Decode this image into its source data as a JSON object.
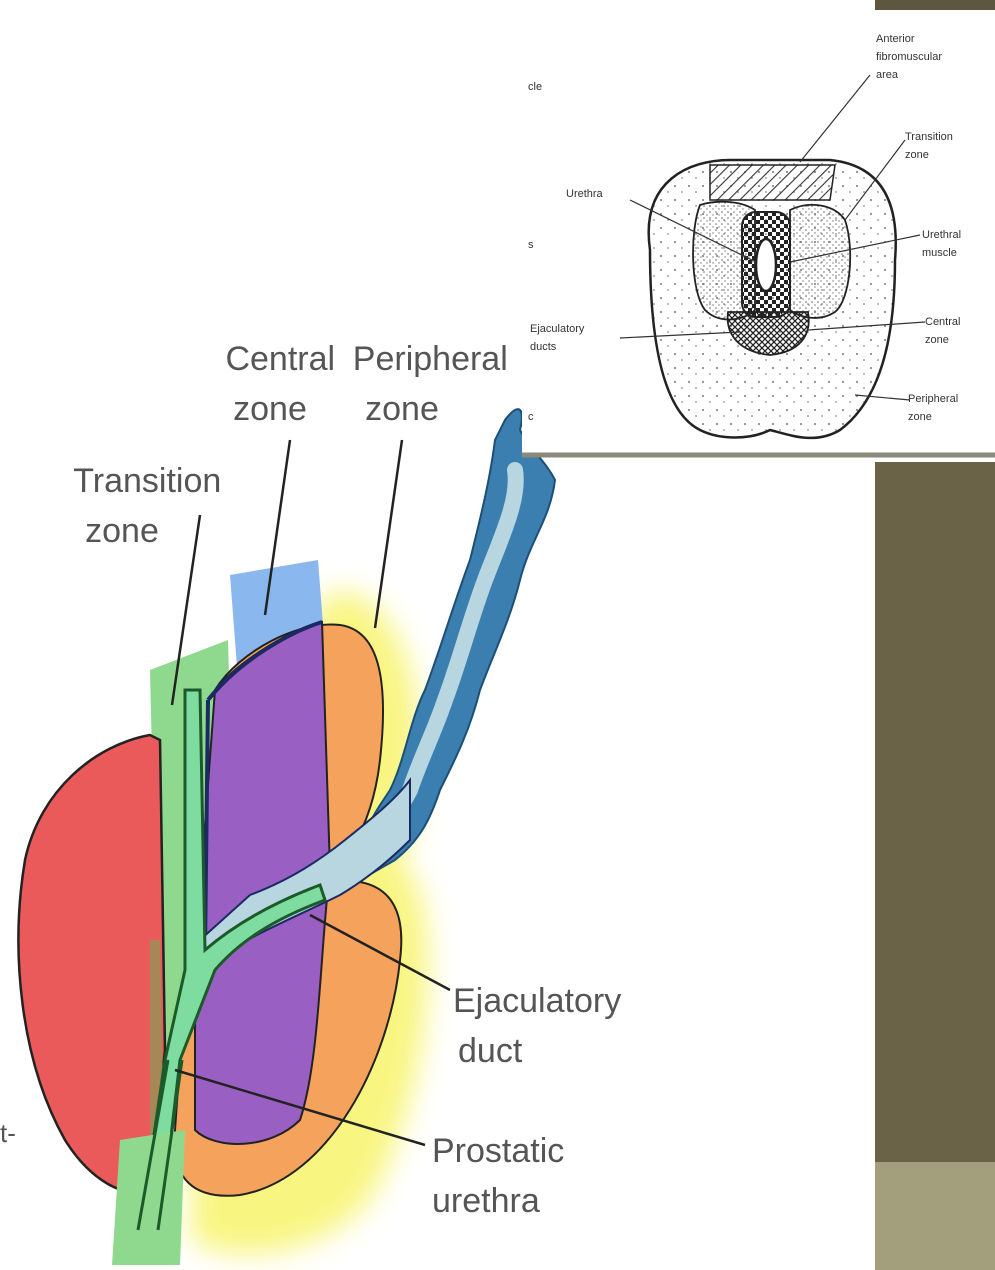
{
  "colors": {
    "side_panel": "#6b6347",
    "side_panel_bottom": "#a39e7b",
    "transition_zone": "#8fd98f",
    "central_zone": "#8ab8ee",
    "peripheral_zone": "#f5a35c",
    "peripheral_glow": "#f8f57a",
    "purple_lobe": "#9a5fc2",
    "red_lobe": "#ea5a5a",
    "duct_blue": "#3b7fb0",
    "duct_light": "#b8d6e0",
    "urethra_green": "#7fdca0"
  },
  "main_labels": {
    "central_zone": [
      "Central",
      "zone"
    ],
    "peripheral_zone": [
      "Peripheral",
      "zone"
    ],
    "transition_zone": [
      "Transition",
      "zone"
    ],
    "ejaculatory_duct": [
      "Ejaculatory",
      "duct"
    ],
    "prostatic_urethra": [
      "Prostatic",
      "urethra"
    ]
  },
  "inset_labels": {
    "anterior_fibromuscular": [
      "Anterior",
      "fibromuscular",
      "area"
    ],
    "transition_zone": [
      "Transition",
      "zone"
    ],
    "urethral_muscle": [
      "Urethral",
      "muscle"
    ],
    "central_zone": [
      "Central",
      "zone"
    ],
    "peripheral_zone": [
      "Peripheral",
      "zone"
    ],
    "urethra": [
      "Urethra"
    ],
    "ejaculatory_ducts": [
      "Ejaculatory",
      "ducts"
    ]
  },
  "edge_fragments": {
    "f1": "cle",
    "f2": "s",
    "f3": "c",
    "f4": "t-"
  }
}
